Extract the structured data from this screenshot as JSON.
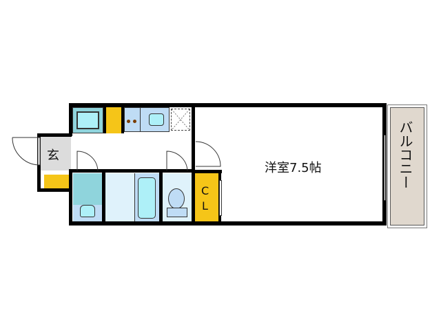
{
  "floorplan": {
    "rooms": {
      "western_room": {
        "label": "洋室7.5帖"
      },
      "balcony": {
        "label": "バルコニー"
      },
      "entrance": {
        "label": "玄"
      },
      "closet": {
        "label_line1": "C",
        "label_line2": "L"
      }
    },
    "colors": {
      "wall": "#000000",
      "storage_yellow": "#f5c518",
      "washroom_teal": "#8fd4dc",
      "bath_light": "#dff2fb",
      "fixture_cyan": "#aef0f8",
      "kitchen_blue": "#bfdcf5",
      "entrance_gray": "#dcdcdc",
      "balcony_beige": "#e0d8ce",
      "toilet_room": "#dff2fb"
    }
  }
}
